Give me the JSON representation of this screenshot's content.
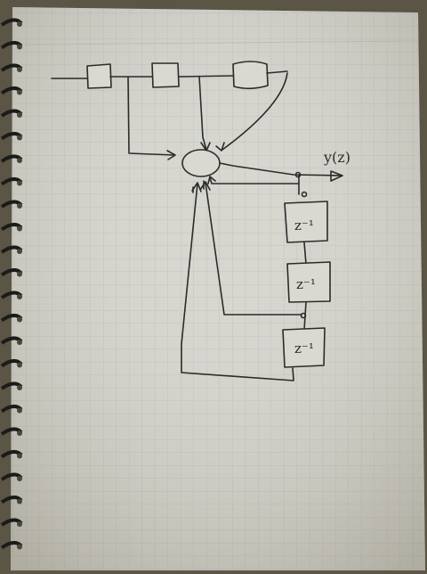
{
  "diagram": {
    "output_label": "y(z)",
    "delay_labels": [
      "z⁻¹",
      "z⁻¹",
      "z⁻¹"
    ],
    "input_blocks": [
      "",
      "",
      ""
    ]
  },
  "colors": {
    "paper": "#d7d6cf",
    "grid": "#b8bcc4",
    "ink": "#2b2b2b",
    "spiral": "#1b1b1b"
  }
}
